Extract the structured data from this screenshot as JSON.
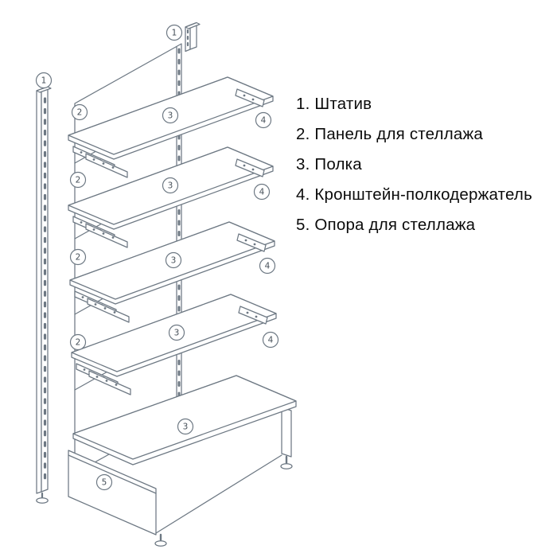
{
  "legend": {
    "items": [
      "1. Штатив",
      "2. Панель для стеллажа",
      "3. Полка",
      "4. Кронштейн-полкодержатель",
      "5. Опора для стеллажа"
    ]
  },
  "callouts": {
    "part1": "1",
    "part2": "2",
    "part3": "3",
    "part4": "4",
    "part5": "5"
  },
  "colors": {
    "line": "#6d7883",
    "text": "#0b0b0b",
    "background": "#ffffff"
  }
}
